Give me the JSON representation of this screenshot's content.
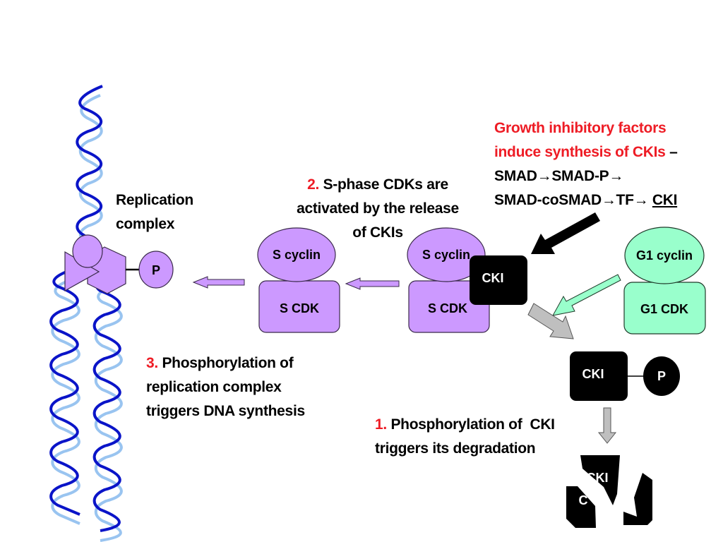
{
  "colors": {
    "purple": "#cc99ff",
    "purple_stroke": "#3a2a4a",
    "green": "#99ffcc",
    "cki_black": "#000000",
    "gray_arrow": "#bfbfbf",
    "red_text": "#ee1c25",
    "dna_dark": "#0a14c8",
    "dna_light": "#99c4f0"
  },
  "labels": {
    "growth": {
      "red_line1": "Growth inhibitory factors",
      "red_line2": "induce synthesis of CKIs",
      "dash": " –",
      "line3": "SMAD→SMAD-P→",
      "line4_prefix": "SMAD-coSMAD→TF→ ",
      "line4_cki": "CKI"
    },
    "step2": {
      "num": "2.",
      "line1": " S-phase CDKs are",
      "line2": "activated by the release",
      "line3": "of CKIs"
    },
    "replication": {
      "line1": "Replication",
      "line2": "complex"
    },
    "step3": {
      "num": "3.",
      "line1": " Phosphorylation of",
      "line2": "replication complex",
      "line3": "triggers DNA synthesis"
    },
    "step1": {
      "num": "1.",
      "line1": " Phosphorylation of  CKI",
      "line2": "triggers its degradation"
    }
  },
  "shapes": {
    "p_replication": "P",
    "s_cyclin_left": "S cyclin",
    "s_cdk_left": "S CDK",
    "s_cyclin_right": "S cyclin",
    "s_cdk_right": "S CDK",
    "cki_bound": "CKI",
    "g1_cyclin": "G1 cyclin",
    "g1_cdk": "G1 CDK",
    "cki_phos": "CKI",
    "p_cki": "P",
    "cki_fragment_1": "CKI",
    "cki_fragment_2": "C"
  }
}
